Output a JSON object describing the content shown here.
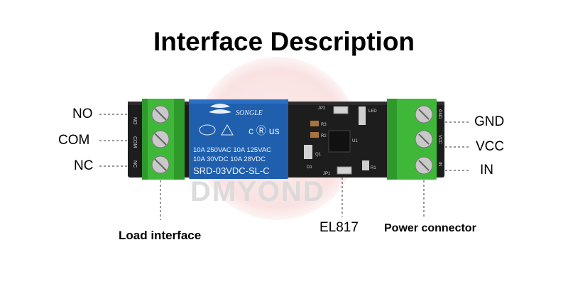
{
  "title": "Interface Description",
  "left_pins": [
    "NO",
    "COM",
    "NC"
  ],
  "right_pins": [
    "GND",
    "VCC",
    "IN"
  ],
  "captions": {
    "load": "Load interface",
    "el817": "EL817",
    "power": "Power connector"
  },
  "relay": {
    "brand": "SONGLE",
    "rating_line1": "10A 250VAC  10A 125VAC",
    "rating_line2": "10A 30VDC   10A 28VDC",
    "model": "SRD-03VDC-SL-C"
  },
  "pcb_silkscreen": {
    "left_terminal": [
      "NO",
      "COM",
      "NC"
    ],
    "right_terminal": [
      "GND",
      "VCC",
      "IN"
    ],
    "components": [
      "JP2",
      "LED",
      "R3",
      "R2",
      "Q1",
      "D1",
      "U1",
      "JP1",
      "R1"
    ]
  },
  "watermark": "DMYOND",
  "colors": {
    "terminal_green": "#3fb83a",
    "pcb_black": "#1d1d1d",
    "relay_blue": "#1f5fae"
  }
}
